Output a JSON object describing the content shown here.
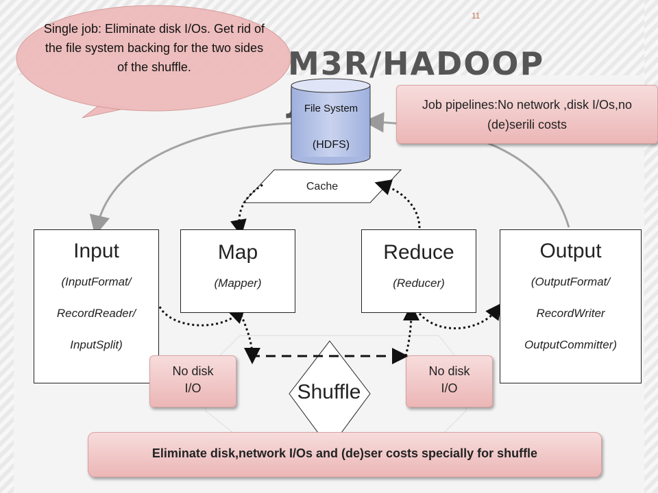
{
  "slide": {
    "number": "11",
    "title": "M3R/HADOOP JOB"
  },
  "callout_single_job": {
    "text": "Single job: Eliminate disk I/Os. Get rid of the file system backing for the two sides of the shuffle."
  },
  "callout_pipelines": {
    "text": "Job pipelines:No network ,disk I/Os,no (de)serili costs"
  },
  "filesystem": {
    "label": "File System",
    "sub": "(HDFS)"
  },
  "cache": {
    "label": "Cache"
  },
  "input_box": {
    "title": "Input",
    "line1": "(InputFormat/",
    "line2": "RecordReader/",
    "line3": "InputSplit)"
  },
  "map_box": {
    "title": "Map",
    "sub": "(Mapper)"
  },
  "reduce_box": {
    "title": "Reduce",
    "sub": "(Reducer)"
  },
  "output_box": {
    "title": "Output",
    "line1": "(OutputFormat/",
    "line2": "RecordWriter",
    "line3": "OutputCommitter)"
  },
  "no_disk_left": {
    "line1": "No disk",
    "line2": "I/O"
  },
  "no_disk_right": {
    "line1": "No disk",
    "line2": "I/O"
  },
  "shuffle": {
    "label": "Shuffle"
  },
  "bottom_banner": {
    "text": "Eliminate disk,network I/Os and (de)ser costs specially for shuffle"
  },
  "colors": {
    "cylinder": "#b9c6e8",
    "callout_fill": "#eebcbc",
    "title_text": "#555555",
    "slide_number": "#c87a50"
  }
}
